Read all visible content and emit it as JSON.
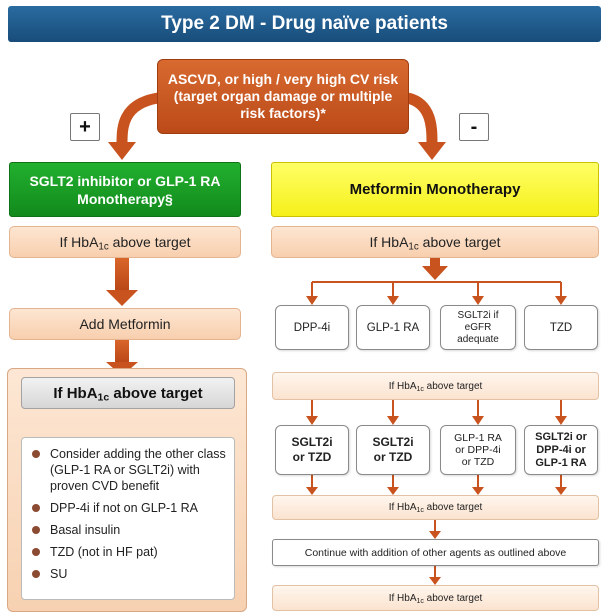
{
  "header": {
    "title": "Type 2 DM - Drug naïve patients"
  },
  "decision": {
    "text": "ASCVD, or high / very high CV risk (target organ damage or multiple risk factors)*"
  },
  "branches": {
    "plus_label": "+",
    "minus_label": "-"
  },
  "left": {
    "top_box": "SGLT2 inhibitor or GLP-1 RA Monotherapy§",
    "step1": {
      "prefix": "If HbA",
      "sub": "1c",
      "suffix": " above target"
    },
    "step2": "Add Metformin",
    "step3": {
      "prefix": "If HbA",
      "sub": "1c",
      "suffix": " above target"
    },
    "options": [
      "Consider adding the other class (GLP-1 RA or SGLT2i) with proven CVD benefit",
      "DPP-4i if not on GLP-1 RA",
      "Basal insulin",
      "TZD (not in HF pat)",
      "SU"
    ]
  },
  "right": {
    "top_box": "Metformin Monotherapy",
    "step1": {
      "prefix": "If HbA",
      "sub": "1c",
      "suffix": " above target"
    },
    "options_row1": [
      "DPP-4i",
      "GLP-1 RA",
      "SGLT2i if eGFR adequate",
      "TZD"
    ],
    "bar1": {
      "prefix": "If HbA",
      "sub": "1c",
      "suffix": " above target"
    },
    "options_row2": [
      "SGLT2i or TZD",
      "SGLT2i or TZD",
      "GLP-1 RA or DPP-4i or TZD",
      "SGLT2i or DPP-4i or GLP-1 RA"
    ],
    "bar2": {
      "prefix": "If HbA",
      "sub": "1c",
      "suffix": " above target"
    },
    "continue_text": "Continue with addition of other agents as outlined above",
    "bar3": {
      "prefix": "If HbA",
      "sub": "1c",
      "suffix": " above target"
    }
  },
  "colors": {
    "header_bg": "#1f5a8c",
    "decision_bg": "#c8531e",
    "arrow": "#c8531e",
    "left_top_bg": "#17a023",
    "right_top_bg": "#ffff33"
  }
}
